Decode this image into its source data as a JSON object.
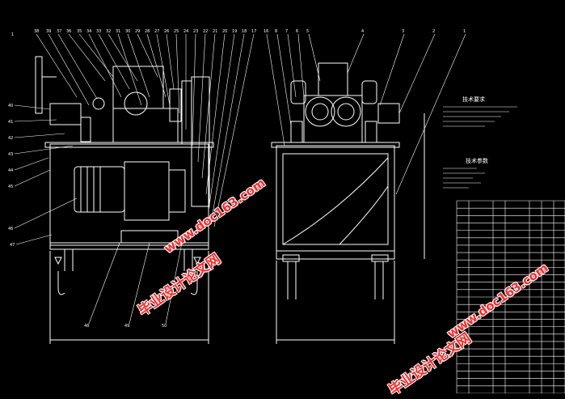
{
  "watermarks": {
    "cn_text": "毕业设计论文网",
    "url_text": "www.doc163.com"
  },
  "notes": {
    "tech_title": "技术要求",
    "table_title": "技术参数"
  },
  "colors": {
    "background": "#000000",
    "lines": "#ffffff",
    "watermark": "#ff2a2a"
  }
}
